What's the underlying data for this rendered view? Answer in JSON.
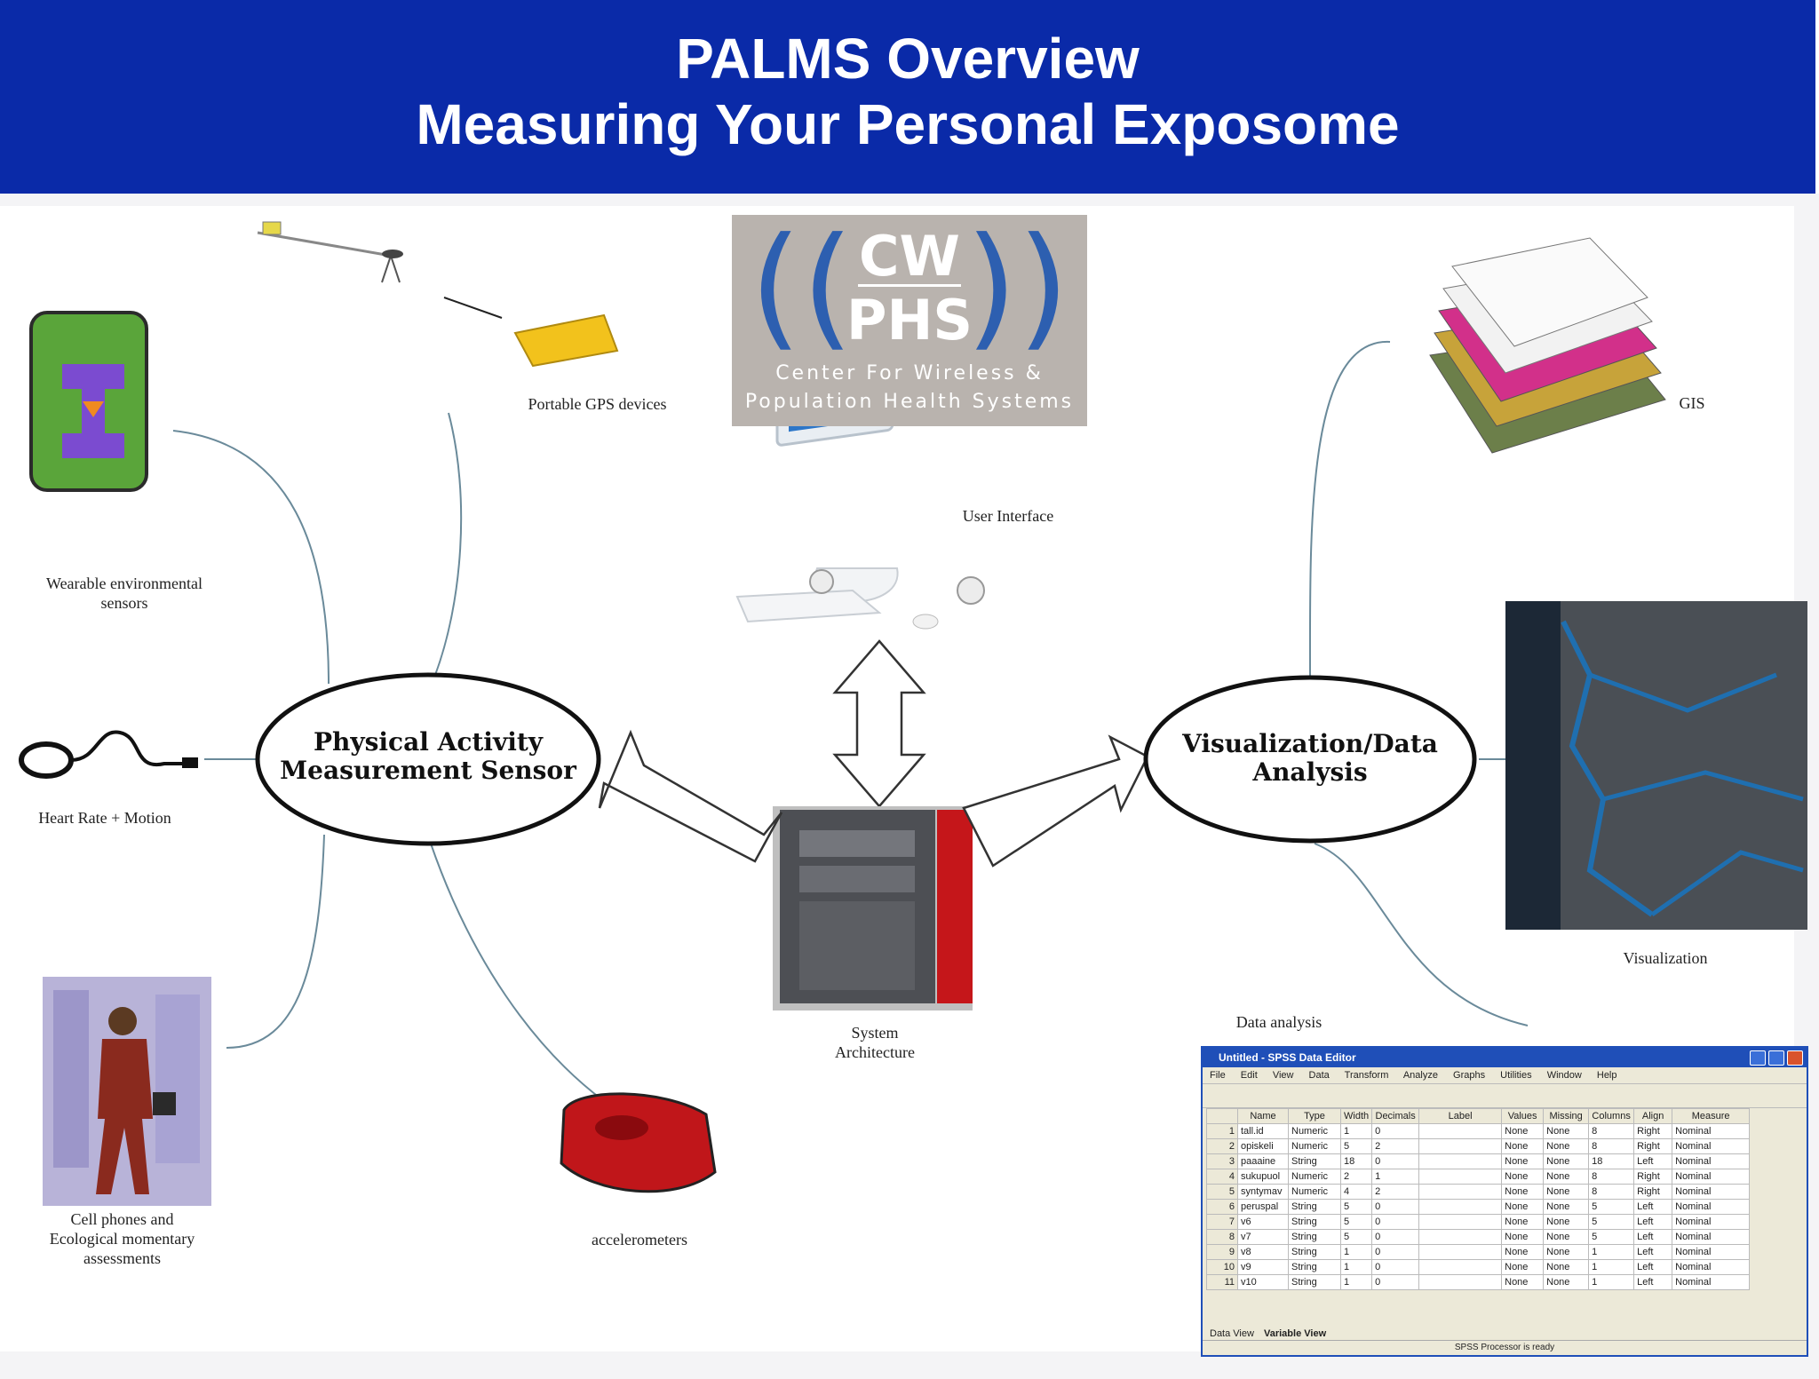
{
  "header": {
    "title_line1": "PALMS Overview",
    "title_line2": "Measuring Your Personal Exposome"
  },
  "logo": {
    "line1": "CW",
    "line2": "PHS",
    "sub1": "Center For Wireless &",
    "sub2": "Population Health Systems"
  },
  "nodes": {
    "sensor_line1": "Physical Activity",
    "sensor_line2": "Measurement Sensor",
    "viz_line1": "Visualization/Data",
    "viz_line2": "Analysis"
  },
  "labels": {
    "gps": "Portable GPS devices",
    "wearable_line1": "Wearable environmental",
    "wearable_line2": "sensors",
    "heart": "Heart Rate + Motion",
    "cell_line1": "Cell phones and",
    "cell_line2": "Ecological momentary",
    "cell_line3": "assessments",
    "accel": "accelerometers",
    "ui": "User Interface",
    "sys_line1": "System",
    "sys_line2": "Architecture",
    "gis": "GIS",
    "visualization": "Visualization",
    "data_analysis": "Data analysis"
  },
  "spss": {
    "title": "Untitled - SPSS Data Editor",
    "menu": [
      "File",
      "Edit",
      "View",
      "Data",
      "Transform",
      "Analyze",
      "Graphs",
      "Utilities",
      "Window",
      "Help"
    ],
    "columns": [
      "",
      "Name",
      "Type",
      "Width",
      "Decimals",
      "Label",
      "Values",
      "Missing",
      "Columns",
      "Align",
      "Measure"
    ],
    "rows": [
      [
        "1",
        "tall.id",
        "Numeric",
        "1",
        "0",
        "",
        "None",
        "None",
        "8",
        "Right",
        "Nominal"
      ],
      [
        "2",
        "opiskeli",
        "Numeric",
        "5",
        "2",
        "",
        "None",
        "None",
        "8",
        "Right",
        "Nominal"
      ],
      [
        "3",
        "paaaine",
        "String",
        "18",
        "0",
        "",
        "None",
        "None",
        "18",
        "Left",
        "Nominal"
      ],
      [
        "4",
        "sukupuol",
        "Numeric",
        "2",
        "1",
        "",
        "None",
        "None",
        "8",
        "Right",
        "Nominal"
      ],
      [
        "5",
        "syntymav",
        "Numeric",
        "4",
        "2",
        "",
        "None",
        "None",
        "8",
        "Right",
        "Nominal"
      ],
      [
        "6",
        "peruspal",
        "String",
        "5",
        "0",
        "",
        "None",
        "None",
        "5",
        "Left",
        "Nominal"
      ],
      [
        "7",
        "v6",
        "String",
        "5",
        "0",
        "",
        "None",
        "None",
        "5",
        "Left",
        "Nominal"
      ],
      [
        "8",
        "v7",
        "String",
        "5",
        "0",
        "",
        "None",
        "None",
        "5",
        "Left",
        "Nominal"
      ],
      [
        "9",
        "v8",
        "String",
        "1",
        "0",
        "",
        "None",
        "None",
        "1",
        "Left",
        "Nominal"
      ],
      [
        "10",
        "v9",
        "String",
        "1",
        "0",
        "",
        "None",
        "None",
        "1",
        "Left",
        "Nominal"
      ],
      [
        "11",
        "v10",
        "String",
        "1",
        "0",
        "",
        "None",
        "None",
        "1",
        "Left",
        "Nominal"
      ]
    ],
    "tab_data": "Data View",
    "tab_variable": "Variable View",
    "status": "SPSS Processor  is ready"
  }
}
